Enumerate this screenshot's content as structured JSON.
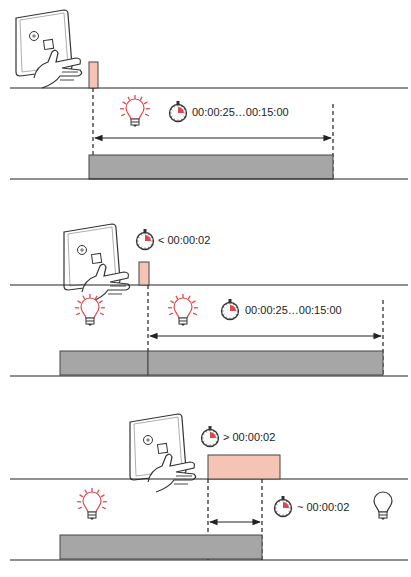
{
  "diagram": {
    "labels": [
      "00:00:25…00:15:00",
      "< 00:00:02",
      "00:00:25…00:15:00",
      "> 00:00:02",
      "~ 00:00:02"
    ]
  }
}
